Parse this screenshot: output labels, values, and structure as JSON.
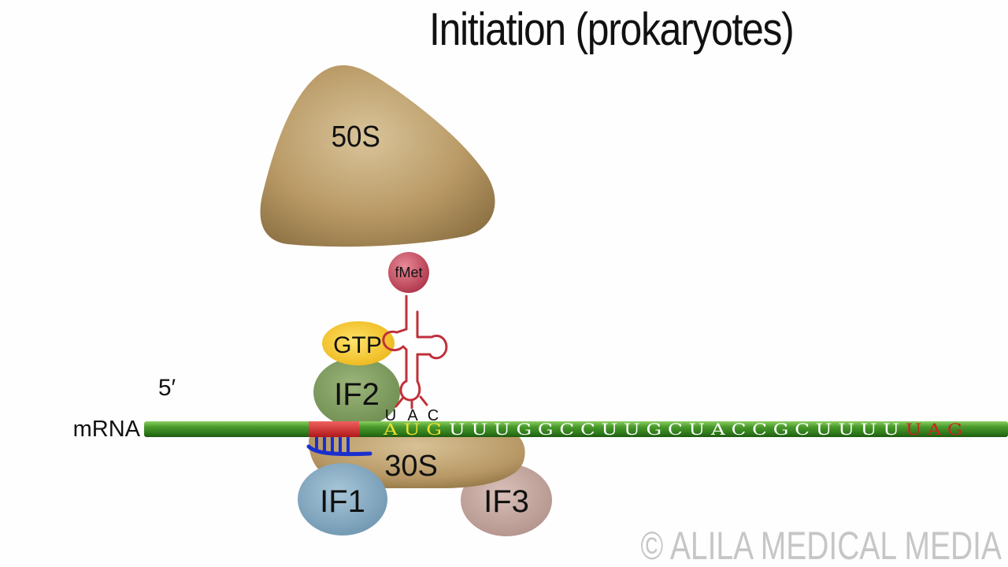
{
  "title": "Initiation (prokaryotes)",
  "labels": {
    "ribosome_large": "50S",
    "ribosome_small": "30S",
    "fmet": "fMet",
    "gtp": "GTP",
    "if1": "IF1",
    "if2": "IF2",
    "if3": "IF3",
    "five_prime": "5′",
    "mrna": "mRNA"
  },
  "anticodon": [
    "U",
    "A",
    "C"
  ],
  "mrna_sequence": {
    "start_codon": "A U G",
    "coding": "U U U G G C C U U G C U A C C G C U U U U",
    "stop_codon": "U A G"
  },
  "watermark": "© ALILA MEDICAL MEDIA",
  "colors": {
    "ribosome": "#b89a68",
    "mrna_green": "#3f8f2a",
    "fmet": "#c04a5c",
    "gtp": "#f0c020",
    "if1": "#7fa5be",
    "if2": "#7a9a5e",
    "if3": "#c0a49c",
    "trna": "#c0303a",
    "shine_dalgarno": "#d03030",
    "rrna_pairing": "#1a2fd0",
    "start_codon": "#f0e030",
    "stop_codon": "#d02020"
  }
}
